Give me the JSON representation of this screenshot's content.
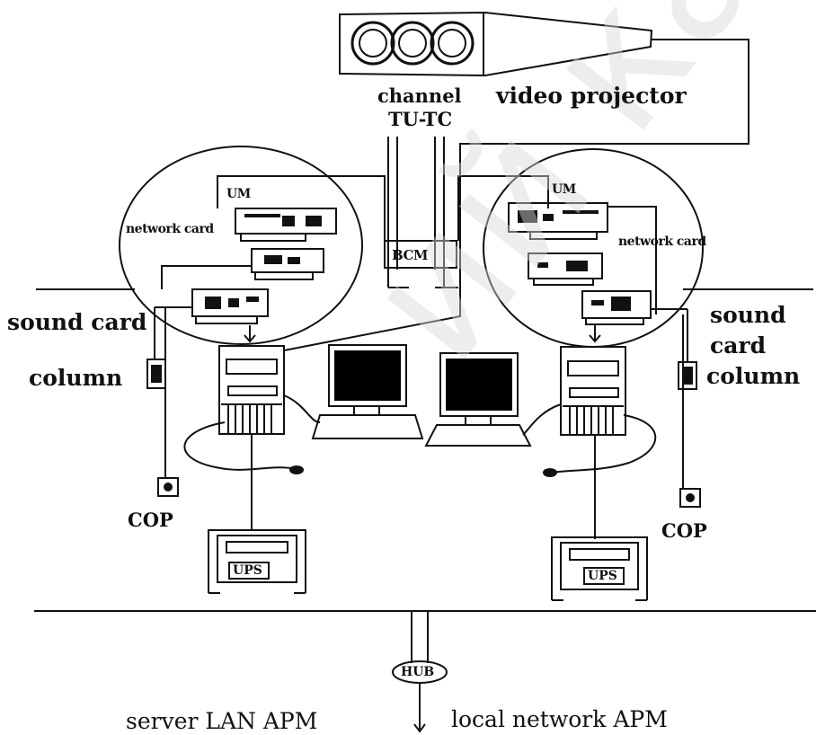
{
  "labels": {
    "channel_line1": "channel",
    "channel_line2": "TU-TC",
    "video_projector": "video projector",
    "um_left": "UM",
    "um_right": "UM",
    "network_card_left": "network card",
    "network_card_right": "network card",
    "bcm": "BCM",
    "sound_card_left": "sound card",
    "sound_card_right_line1": "sound",
    "sound_card_right_line2": "card",
    "column_left": "column",
    "column_right": "column",
    "cop_left": "COP",
    "cop_right": "COP",
    "ups_left": "UPS",
    "ups_right": "UPS",
    "hub": "HUB",
    "server": "server LAN APM",
    "local": "local network APM"
  },
  "watermark": "ий карт",
  "colors": {
    "line": "#111111",
    "screen": "#000000",
    "watermark": "#d8d8d8"
  }
}
